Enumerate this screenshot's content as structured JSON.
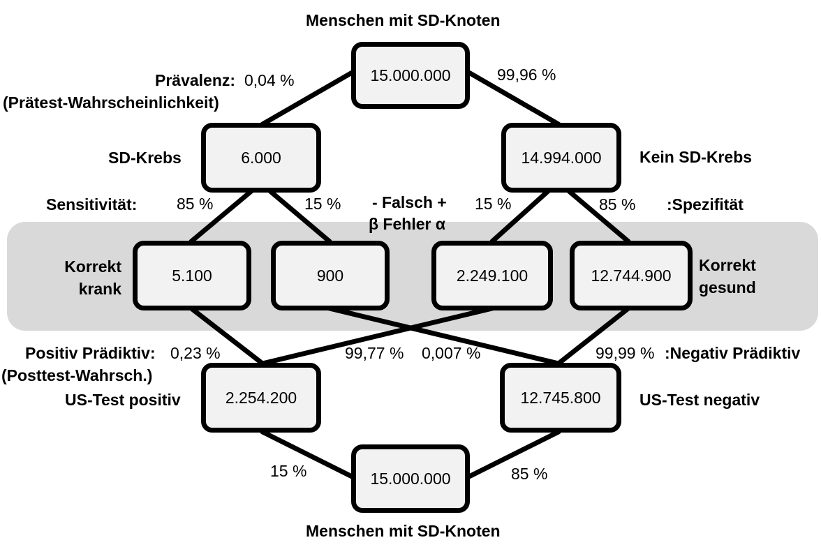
{
  "top_title": "Menschen mit SD-Knoten",
  "bottom_title": "Menschen mit SD-Knoten",
  "nodes": {
    "top": "15.000.000",
    "sd_krebs": "6.000",
    "kein_sd_krebs": "14.994.000",
    "korrekt_krank": "5.100",
    "falsch_negativ": "900",
    "falsch_positiv": "2.249.100",
    "korrekt_gesund": "12.744.900",
    "us_positiv": "2.254.200",
    "us_negativ": "12.745.800",
    "bottom": "15.000.000"
  },
  "labels": {
    "praevalenz": "Prävalenz:",
    "praevalenz_value": "0,04 %",
    "praetest": "(Prätest-Wahrscheinlichkeit)",
    "top_right_pct": "99,96 %",
    "sd_krebs": "SD-Krebs",
    "kein_sd_krebs": "Kein SD-Krebs",
    "sensitivitaet": "Sensitivität:",
    "sens_pct": "85 %",
    "falsch_neg_pct": "15 %",
    "falsch_line": "- Falsch +",
    "fehler_line": "β Fehler α",
    "falsch_pos_pct": "15 %",
    "spez_pct": "85 %",
    "spezifitaet": ":Spezifität",
    "korrekt_krank_1": "Korrekt",
    "korrekt_krank_2": "krank",
    "korrekt_gesund_1": "Korrekt",
    "korrekt_gesund_2": "gesund",
    "positiv_praediktiv": "Positiv Prädiktiv:",
    "ppv_pct": "0,23 %",
    "posttest": "(Posttest-Wahrsch.)",
    "mid_left_pct": "99,77 %",
    "mid_right_pct": "0,007 %",
    "npv_pct": "99,99 %",
    "negativ_praediktiv": ":Negativ Prädiktiv",
    "us_positiv": "US-Test positiv",
    "us_negativ": "US-Test negativ",
    "bottom_left_pct": "15 %",
    "bottom_right_pct": "85 %"
  }
}
